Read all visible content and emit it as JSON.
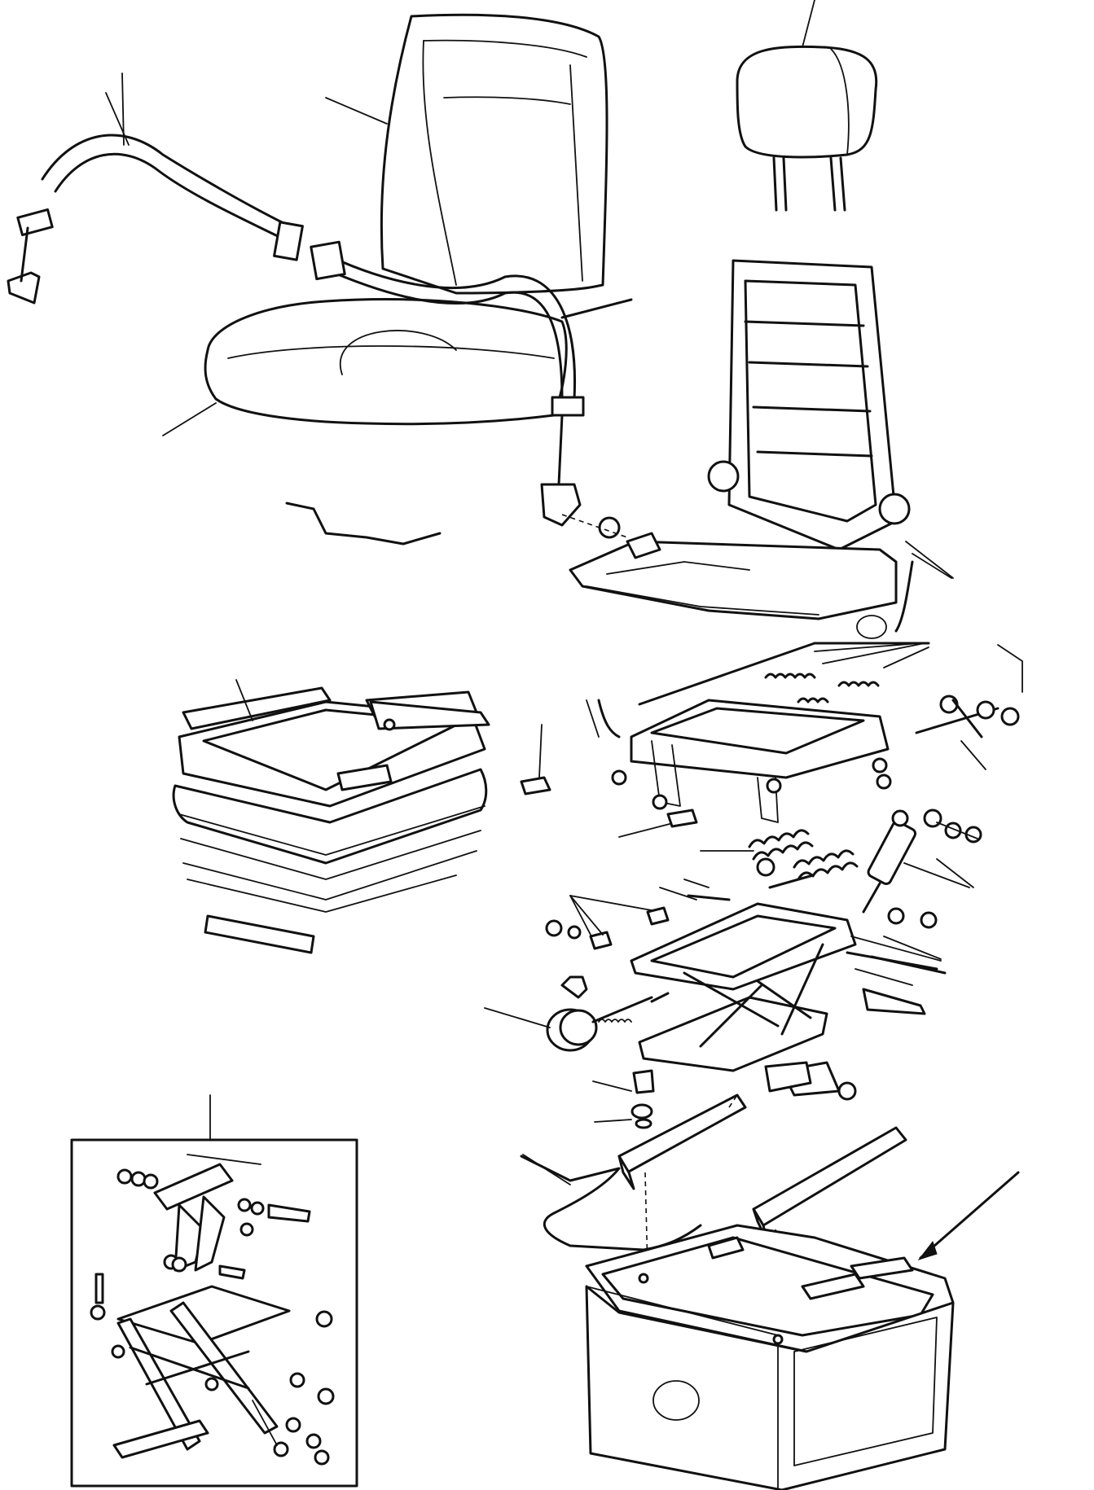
{
  "diagram": {
    "parts": [
      {
        "id": "seat-belt-left",
        "icon": "seat-belt-icon"
      },
      {
        "id": "seat-back-cushion",
        "icon": "cushion-icon"
      },
      {
        "id": "headrest",
        "icon": "headrest-icon"
      },
      {
        "id": "seat-cushion",
        "icon": "cushion-icon"
      },
      {
        "id": "seat-belt-right",
        "icon": "seat-belt-icon"
      },
      {
        "id": "seat-frame",
        "icon": "frame-icon"
      },
      {
        "id": "wire-rod",
        "icon": "rod-icon"
      },
      {
        "id": "suspension-bellows",
        "icon": "bellows-icon"
      },
      {
        "id": "slide-rail-assembly",
        "icon": "rail-icon"
      },
      {
        "id": "scissor-mechanism",
        "icon": "scissor-icon"
      },
      {
        "id": "adjust-knob",
        "icon": "knob-icon"
      },
      {
        "id": "shock-absorber",
        "icon": "shock-icon"
      },
      {
        "id": "springs",
        "icon": "spring-icon"
      },
      {
        "id": "seat-rails",
        "icon": "rail-icon"
      },
      {
        "id": "seat-base",
        "icon": "base-icon"
      },
      {
        "id": "detail-inset",
        "icon": "detail-icon"
      }
    ],
    "colors": {
      "line": "#111111",
      "background": "#ffffff"
    }
  }
}
